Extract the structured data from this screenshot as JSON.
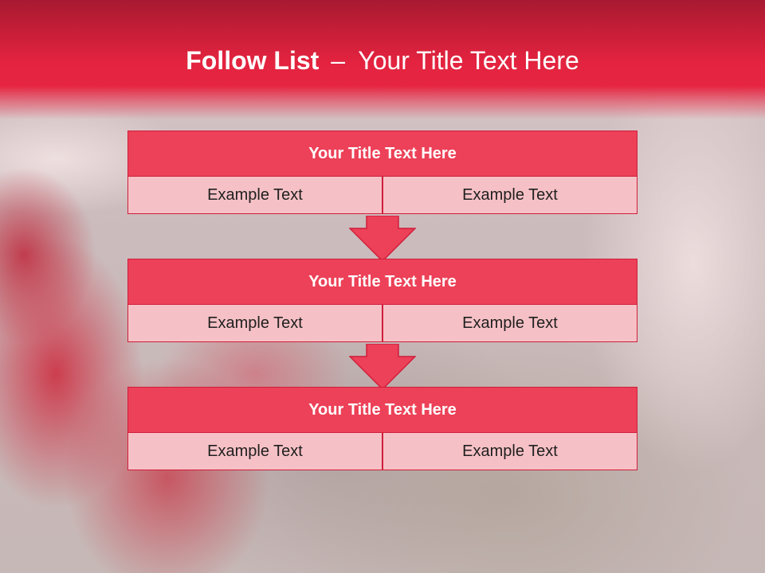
{
  "slide": {
    "title_bold": "Follow List",
    "title_separator": "–",
    "title_rest": "Your Title Text Here"
  },
  "steps": [
    {
      "title": "Your Title Text Here",
      "left": "Example Text",
      "right": "Example Text"
    },
    {
      "title": "Your Title Text Here",
      "left": "Example Text",
      "right": "Example Text"
    },
    {
      "title": "Your Title Text Here",
      "left": "Example Text",
      "right": "Example Text"
    }
  ],
  "colors": {
    "header_red": "#e3233f",
    "block_title_fill": "#ec4158",
    "cell_fill": "#f6c1c6",
    "border": "#cf1e3b"
  },
  "icons": [
    "arrow-down-icon",
    "arrow-down-icon"
  ]
}
